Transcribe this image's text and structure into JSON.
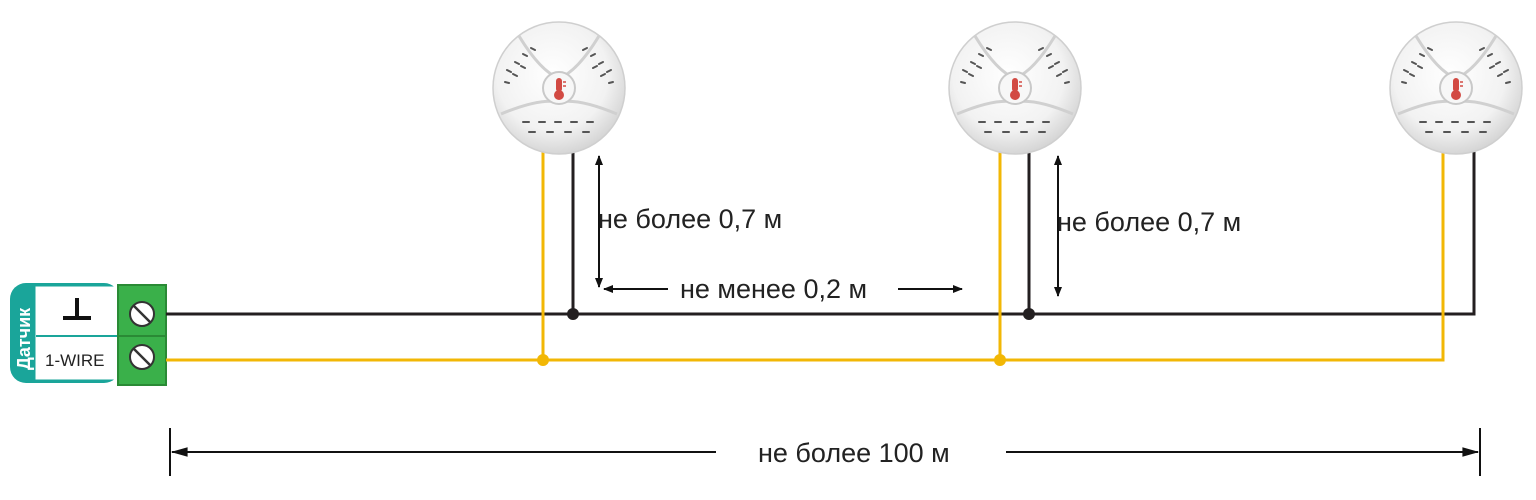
{
  "connector": {
    "side_label": "Датчик",
    "terminal_ground_symbol": "⊥",
    "terminal_data_label": "1-WIRE",
    "color": "#1aa59a",
    "block_color": "#3ab04a"
  },
  "wires": {
    "ground_color": "#231f20",
    "data_color": "#f2b705"
  },
  "sensors": [
    {
      "icon": "thermometer-icon"
    },
    {
      "icon": "thermometer-icon"
    },
    {
      "icon": "thermometer-icon"
    }
  ],
  "dimensions": {
    "branch_max_1": "не более 0,7 м",
    "branch_max_2": "не более 0,7 м",
    "spacing_min": "не менее 0,2 м",
    "total_max": "не более 100 м"
  }
}
